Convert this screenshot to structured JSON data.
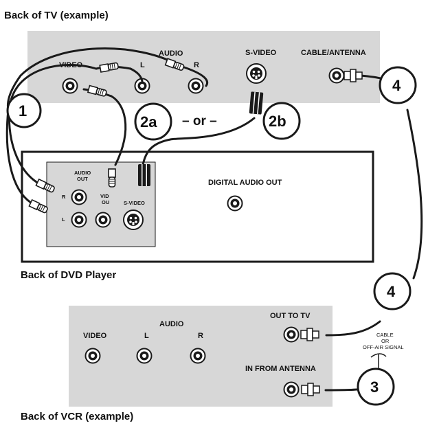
{
  "colors": {
    "panel_gray": "#d7d7d7",
    "cable": "#1a1a1a",
    "outline": "#1a1a1a"
  },
  "tv": {
    "caption": "Back of TV (example)",
    "audio_label": "AUDIO",
    "video_label": "VIDEO",
    "left_label": "L",
    "right_label": "R",
    "svideo_label": "S-VIDEO",
    "cable_antenna_label": "CABLE/ANTENNA"
  },
  "connection_markers": {
    "one": "1",
    "two_a": "2a",
    "two_b": "2b",
    "or_text": "– or –",
    "four_top": "4",
    "four_bottom": "4",
    "three": "3"
  },
  "dvd": {
    "caption": "Back of DVD Player",
    "audio_out_line1": "AUDIO",
    "audio_out_line2": "OUT",
    "r_label": "R",
    "l_label": "L",
    "video_out_line1": "VID",
    "video_out_line2": "OU",
    "svideo_label": "S-VIDEO",
    "digital_audio_out_label": "DIGITAL AUDIO OUT"
  },
  "vcr": {
    "caption": "Back of VCR (example)",
    "video_label": "VIDEO",
    "audio_label": "AUDIO",
    "left_label": "L",
    "right_label": "R",
    "out_to_tv_label": "OUT TO TV",
    "in_from_antenna_label": "IN FROM ANTENNA",
    "signal_line1": "CABLE",
    "signal_line2": "OR",
    "signal_line3": "OFF-AIR SIGNAL"
  }
}
